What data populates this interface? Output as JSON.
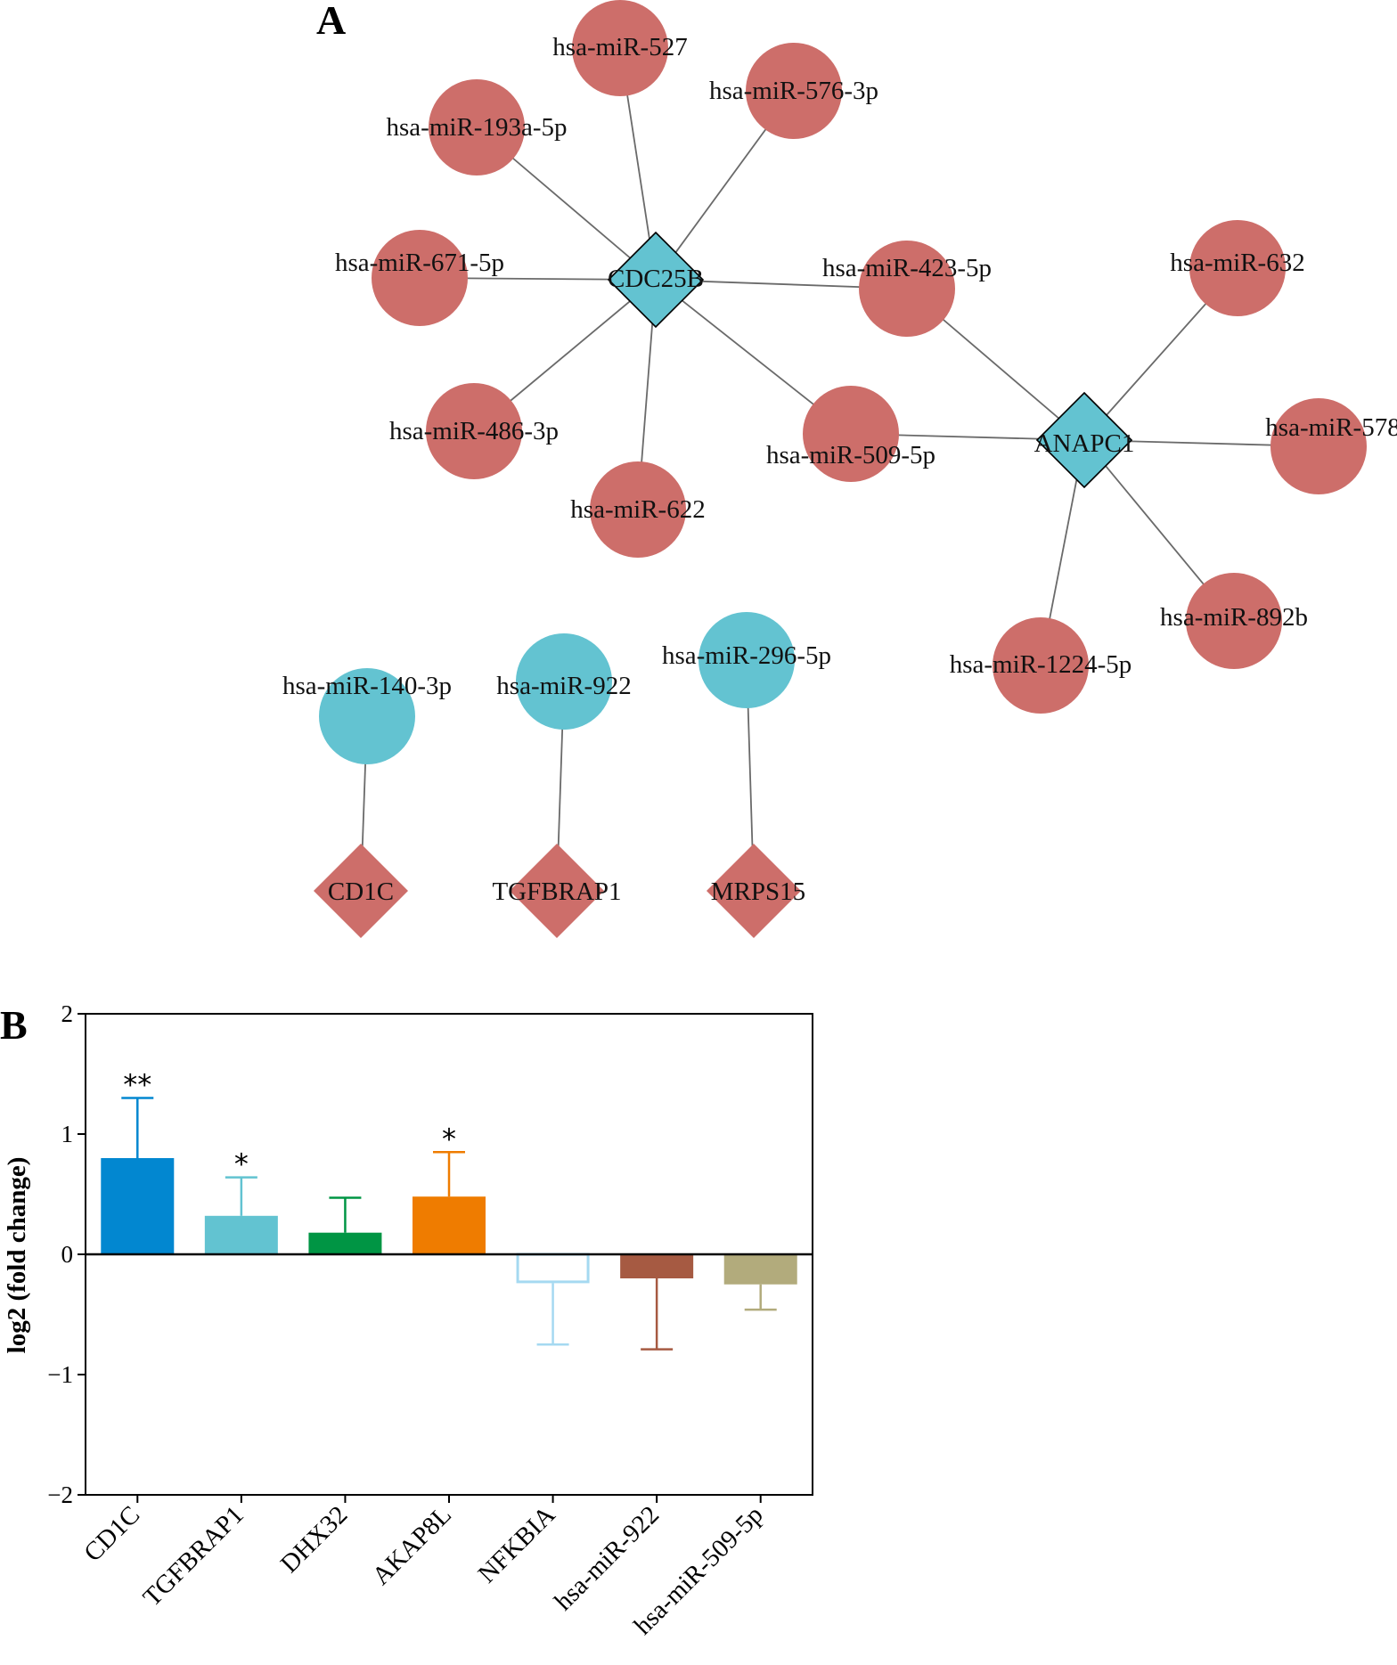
{
  "panel_a": {
    "letter": "A",
    "colors": {
      "red_node": "#cd6e6a",
      "cyan_node": "#63c3d1",
      "edge": "#6a6a6a"
    },
    "diamond_nodes": [
      {
        "id": "CDC25B",
        "label": "CDC25B",
        "color": "cyan"
      },
      {
        "id": "ANAPC1",
        "label": "ANAPC1",
        "color": "cyan"
      },
      {
        "id": "CD1C",
        "label": "CD1C",
        "color": "red"
      },
      {
        "id": "TGFBRAP1",
        "label": "TGFBRAP1",
        "color": "red"
      },
      {
        "id": "MRPS15",
        "label": "MRPS15",
        "color": "red"
      }
    ],
    "circle_nodes": [
      {
        "id": "hsa-miR-527",
        "label": "hsa-miR-527",
        "color": "red"
      },
      {
        "id": "hsa-miR-576-3p",
        "label": "hsa-miR-576-3p",
        "color": "red"
      },
      {
        "id": "hsa-miR-193a-5p",
        "label": "hsa-miR-193a-5p",
        "color": "red"
      },
      {
        "id": "hsa-miR-671-5p",
        "label": "hsa-miR-671-5p",
        "color": "red"
      },
      {
        "id": "hsa-miR-423-5p",
        "label": "hsa-miR-423-5p",
        "color": "red"
      },
      {
        "id": "hsa-miR-486-3p",
        "label": "hsa-miR-486-3p",
        "color": "red"
      },
      {
        "id": "hsa-miR-622",
        "label": "hsa-miR-622",
        "color": "red"
      },
      {
        "id": "hsa-miR-509-5p",
        "label": "hsa-miR-509-5p",
        "color": "red"
      },
      {
        "id": "hsa-miR-632",
        "label": "hsa-miR-632",
        "color": "red"
      },
      {
        "id": "hsa-miR-578",
        "label": "hsa-miR-578",
        "color": "red"
      },
      {
        "id": "hsa-miR-892b",
        "label": "hsa-miR-892b",
        "color": "red"
      },
      {
        "id": "hsa-miR-1224-5p",
        "label": "hsa-miR-1224-5p",
        "color": "red"
      },
      {
        "id": "hsa-miR-140-3p",
        "label": "hsa-miR-140-3p",
        "color": "cyan"
      },
      {
        "id": "hsa-miR-922",
        "label": "hsa-miR-922",
        "color": "cyan"
      },
      {
        "id": "hsa-miR-296-5p",
        "label": "hsa-miR-296-5p",
        "color": "cyan"
      }
    ],
    "edges": [
      [
        "hsa-miR-527",
        "CDC25B"
      ],
      [
        "hsa-miR-576-3p",
        "CDC25B"
      ],
      [
        "hsa-miR-193a-5p",
        "CDC25B"
      ],
      [
        "hsa-miR-671-5p",
        "CDC25B"
      ],
      [
        "hsa-miR-423-5p",
        "CDC25B"
      ],
      [
        "hsa-miR-486-3p",
        "CDC25B"
      ],
      [
        "hsa-miR-622",
        "CDC25B"
      ],
      [
        "hsa-miR-509-5p",
        "CDC25B"
      ],
      [
        "hsa-miR-423-5p",
        "ANAPC1"
      ],
      [
        "hsa-miR-509-5p",
        "ANAPC1"
      ],
      [
        "hsa-miR-632",
        "ANAPC1"
      ],
      [
        "hsa-miR-578",
        "ANAPC1"
      ],
      [
        "hsa-miR-892b",
        "ANAPC1"
      ],
      [
        "hsa-miR-1224-5p",
        "ANAPC1"
      ],
      [
        "hsa-miR-140-3p",
        "CD1C"
      ],
      [
        "hsa-miR-922",
        "TGFBRAP1"
      ],
      [
        "hsa-miR-296-5p",
        "MRPS15"
      ]
    ]
  },
  "chart_data": {
    "type": "bar",
    "panel_letter": "B",
    "ylabel": "log2 (fold change)",
    "ylim": [
      -2,
      2
    ],
    "yticks": [
      {
        "value": 2,
        "label": "2"
      },
      {
        "value": 1,
        "label": "1"
      },
      {
        "value": 0,
        "label": "0"
      },
      {
        "value": -1,
        "label": "−1"
      },
      {
        "value": -2,
        "label": "−2"
      }
    ],
    "categories": [
      "CD1C",
      "TGFBRAP1",
      "DHX32",
      "AKAP8L",
      "NFKBIA",
      "hsa-miR-922",
      "hsa-miR-509-5p"
    ],
    "values": [
      0.8,
      0.32,
      0.18,
      0.48,
      -0.24,
      -0.2,
      -0.25
    ],
    "errors": [
      0.5,
      0.32,
      0.29,
      0.37,
      0.51,
      0.59,
      0.21
    ],
    "colors": [
      "#0287d0",
      "#62c3d1",
      "#009544",
      "#ef7c00",
      "#a5d9f1",
      "#a65a42",
      "#b2ab7c"
    ],
    "filled": [
      true,
      true,
      true,
      true,
      false,
      true,
      true
    ],
    "significance": [
      "**",
      "*",
      "",
      "*",
      "",
      "",
      ""
    ],
    "grid": false
  }
}
